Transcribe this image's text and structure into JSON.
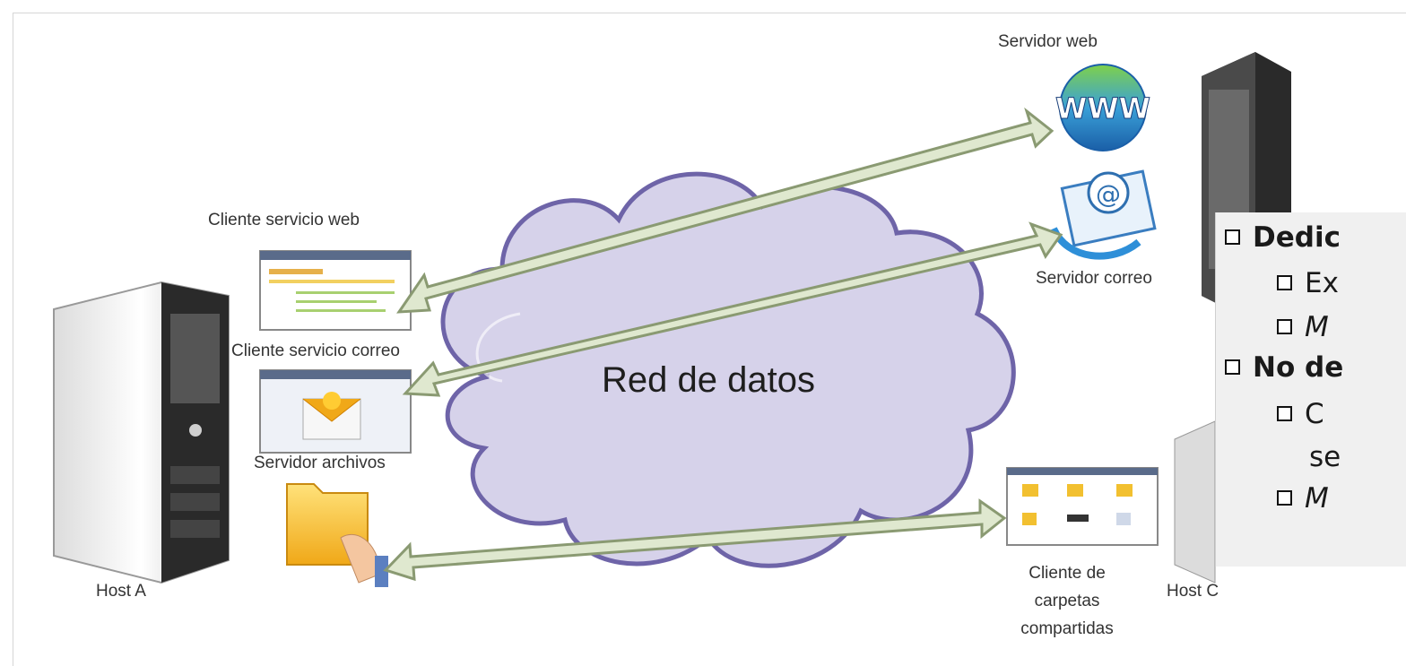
{
  "labels": {
    "servidor_web": "Servidor web",
    "servidor_correo": "Servidor correo",
    "cliente_servicio_web": "Cliente servicio web",
    "cliente_servicio_correo": "Cliente servicio correo",
    "servidor_archivos": "Servidor archivos",
    "red_de_datos": "Red de datos",
    "host_a": "Host A",
    "host_c": "Host C",
    "cliente_carpetas": "Cliente de carpetas compartidas"
  },
  "popup": {
    "item1": "Dedic",
    "item1_sub1": "Ex",
    "item1_sub2": "M",
    "item2": "No de",
    "item2_sub1": "C",
    "item2_sub1_cont": "se",
    "item2_sub2": "M"
  },
  "icons": [
    "www-globe-icon",
    "email-envelope-icon",
    "server-tower-icon",
    "desktop-tower-icon",
    "folder-icon",
    "network-cloud-icon"
  ],
  "colors": {
    "arrow_fill": "#dfe8cf",
    "arrow_stroke": "#8a9a72",
    "cloud_fill": "#d6d2ea",
    "cloud_stroke": "#6e64a8",
    "popup_bg": "#f0f0f0"
  }
}
